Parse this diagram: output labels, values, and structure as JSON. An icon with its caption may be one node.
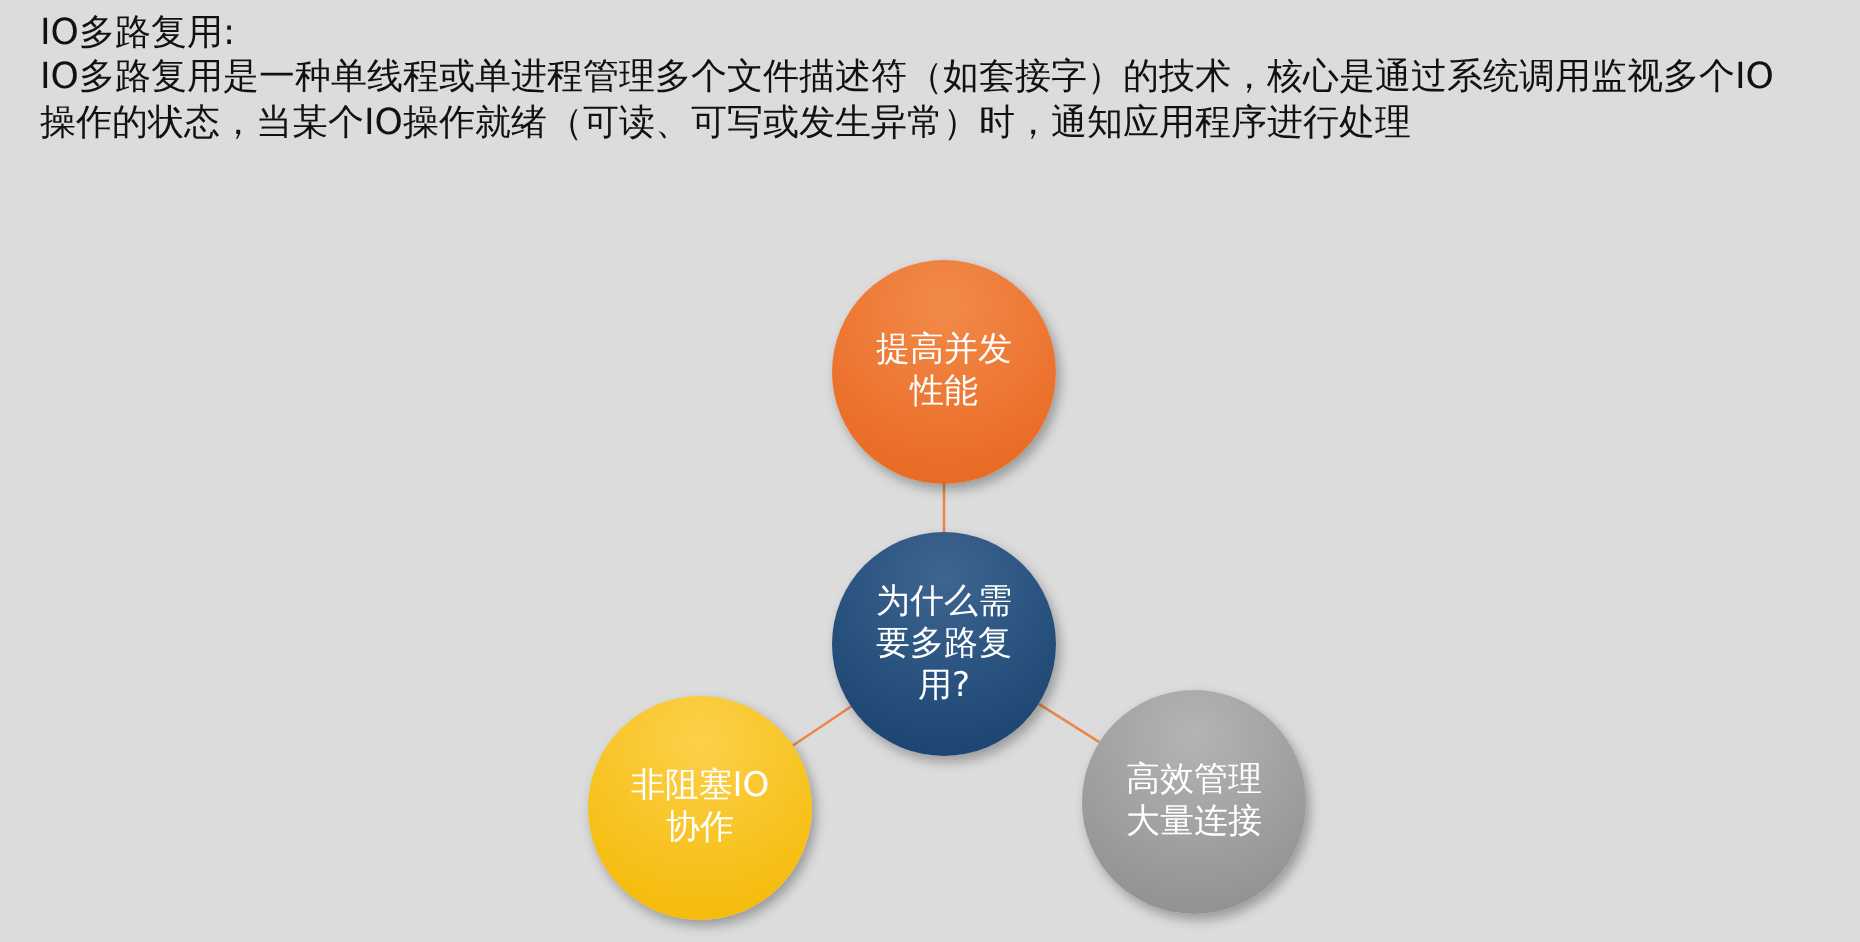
{
  "diagram": {
    "title": "IO多路复用:",
    "nodes": [
      {
        "text": [
          "提高并发性能"
        ]
      },
      {
        "text": [
          "为什么需要多路复用?"
        ]
      },
      {
        "text": [
          "非阻塞IO协作"
        ]
      },
      {
        "text": [
          "高效管理大量连接"
        ]
      }
    ],
    "edges": [
      {
        "from": 1,
        "to": 0,
        "arrow": "none"
      },
      {
        "from": 1,
        "to": 2,
        "arrow": "none"
      },
      {
        "from": 1,
        "to": 3,
        "arrow": "none"
      }
    ],
    "labels": [
      "IO多路复用是一种单线程或单进程管理多个文件描述符（如套接字）的技术，核心是通过系统调用监视多个IO操作的状态，当某个IO操作就绪（可读、可写或发生异常）时，通知应用程序进行处理"
    ]
  }
}
